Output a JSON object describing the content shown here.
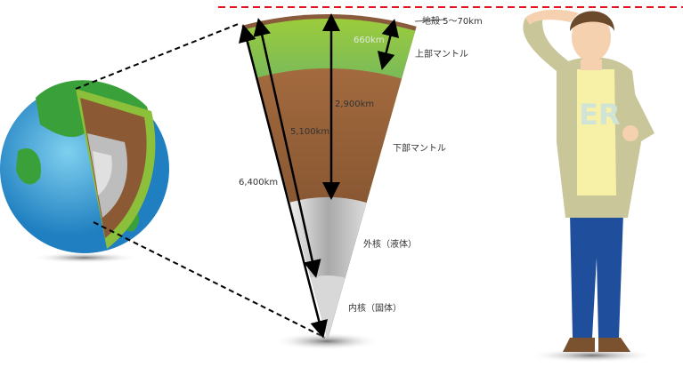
{
  "labels": {
    "crust": "地殻 5〜70km",
    "upper_mantle_depth": "660km",
    "upper_mantle": "上部マントル",
    "lower_mantle_depth": "2,900km",
    "outer_core_depth": "5,100km",
    "lower_mantle": "下部マントル",
    "radius": "6,400km",
    "outer_core": "外核（液体）",
    "inner_core": "内核（固体）"
  },
  "colors": {
    "crust": "#8a5a3c",
    "upper_mantle_top": "#8cc63f",
    "upper_mantle_bottom": "#1f6fb8",
    "lower_mantle": "#8b5a34",
    "outer_core": "#b8b8b8",
    "inner_core": "#d8d8d8",
    "reference_line": "#e8141b"
  }
}
